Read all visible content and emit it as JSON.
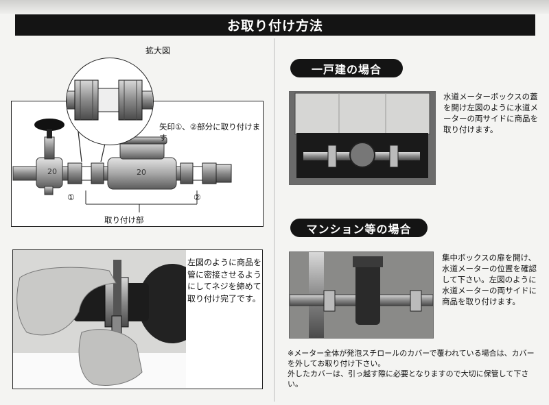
{
  "title": "お取り付け方法",
  "left": {
    "zoom_label": "拡大図",
    "arrow_note": "矢印①、②部分に取り付けます",
    "marker_1": "①",
    "marker_2": "②",
    "mount_label": "取り付け部",
    "meter_stamp": "20",
    "photo_note": "左図のように商品を管に密接させるようにしてネジを締めて取り付け完了です。"
  },
  "right": {
    "house_title": "一戸建の場合",
    "house_note": "水道メーターボックスの蓋を開け左図のように水道メーターの両サイドに商品を取り付けます。",
    "mansion_title": "マンション等の場合",
    "mansion_note": "集中ボックスの扉を開け、水道メーターの位置を確認して下さい。左図のように水道メーターの両サイドに商品を取り付けます。",
    "footnote_1": "※メーター全体が発泡スチロールのカバーで覆われている場合は、カバーを外してお取り付け下さい。",
    "footnote_2": "外したカバーは、引っ越す際に必要となりますので大切に保管して下さい。"
  }
}
